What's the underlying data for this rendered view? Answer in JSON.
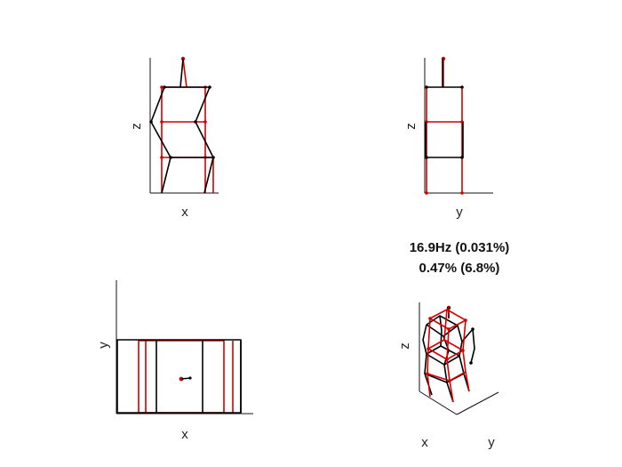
{
  "panels": {
    "xz_view": {
      "xlabel": "x",
      "zlabel": "z"
    },
    "yz_view": {
      "xlabel": "y",
      "zlabel": "z"
    },
    "xy_view": {
      "xlabel": "x",
      "ylabel": "y"
    },
    "iso_view": {
      "xlabel": "x",
      "ylabel": "y",
      "zlabel": "z"
    }
  },
  "mode_info": {
    "line1": "16.9Hz (0.031%)",
    "line2": "0.47% (6.8%)"
  },
  "colors": {
    "undeformed": "#000000",
    "deformed": "#d20000"
  }
}
